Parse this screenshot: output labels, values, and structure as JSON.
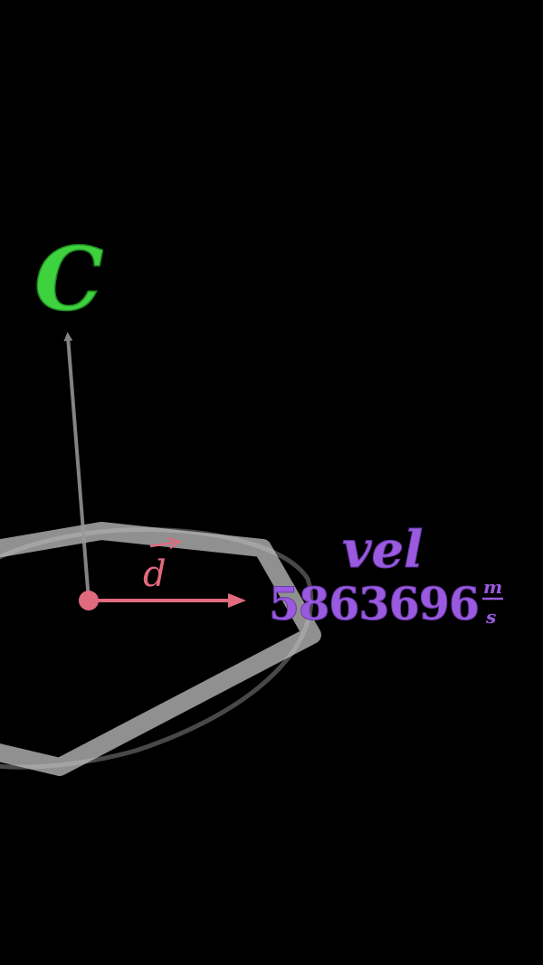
{
  "labels": {
    "vertical_vector": "C",
    "horizontal_vector": "d",
    "quantity_name": "vel",
    "quantity_value": "5863696",
    "unit_numerator": "m",
    "unit_denominator": "s"
  },
  "colors": {
    "background": "#000000",
    "vertical_label": "#3fd23f",
    "vector_d": "#e06a7e",
    "quantity": "#9a5ae0",
    "vertical_arrow": "#9a9a9a",
    "hexagon": "#c8c8c8",
    "ring": "#5a5a5a"
  }
}
